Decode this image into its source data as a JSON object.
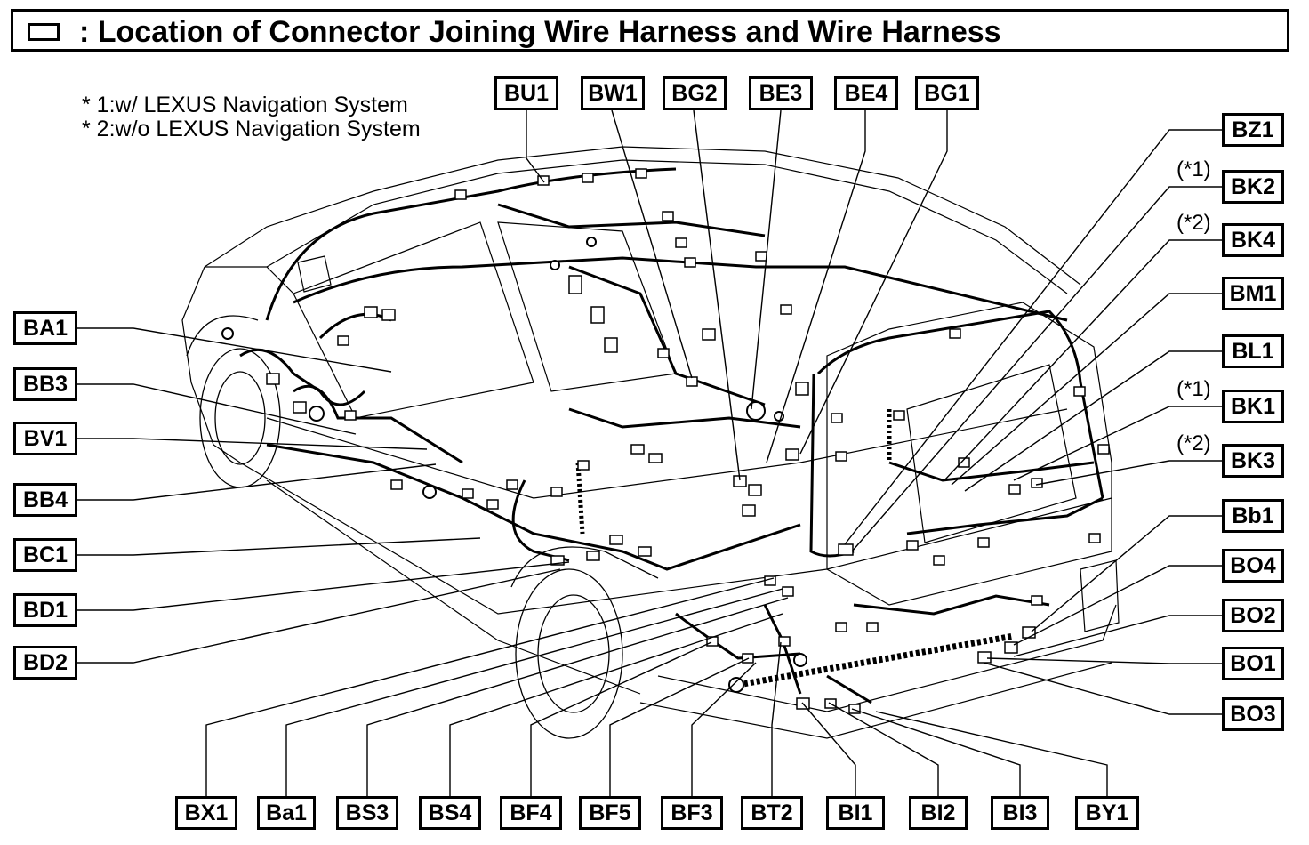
{
  "header": {
    "title": ": Location of Connector Joining Wire Harness and Wire Harness"
  },
  "notes": [
    "* 1:w/ LEXUS Navigation System",
    "* 2:w/o LEXUS Navigation System"
  ],
  "labels": {
    "top": [
      "BU1",
      "BW1",
      "BG2",
      "BE3",
      "BE4",
      "BG1"
    ],
    "left": [
      "BA1",
      "BB3",
      "BV1",
      "BB4",
      "BC1",
      "BD1",
      "BD2"
    ],
    "right": [
      "BZ1",
      "BK2",
      "BK4",
      "BM1",
      "BL1",
      "BK1",
      "BK3",
      "Bb1",
      "BO4",
      "BO2",
      "BO1",
      "BO3"
    ],
    "bottom": [
      "BX1",
      "Ba1",
      "BS3",
      "BS4",
      "BF4",
      "BF5",
      "BF3",
      "BT2",
      "BI1",
      "BI2",
      "BI3",
      "BY1"
    ]
  },
  "variants": {
    "bk2": "(*1)",
    "bk4": "(*2)",
    "bk1": "(*1)",
    "bk3": "(*2)"
  },
  "colors": {
    "line": "#000000",
    "background": "#ffffff"
  }
}
